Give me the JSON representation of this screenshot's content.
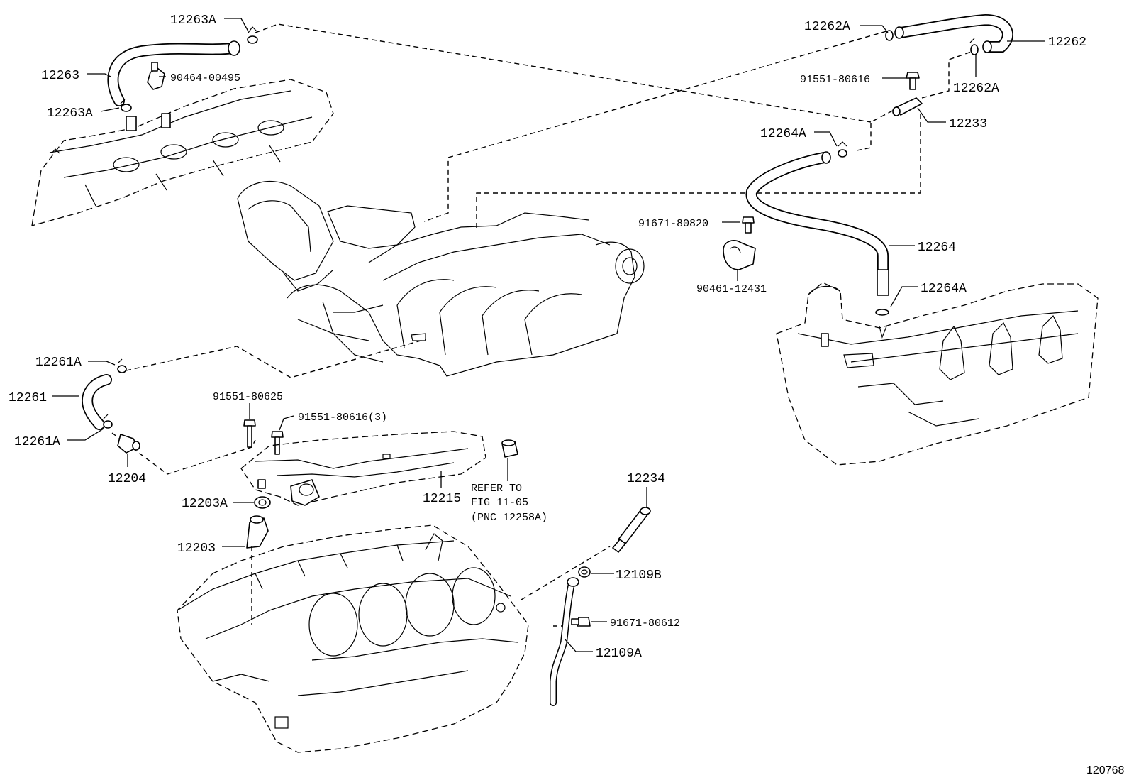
{
  "diagram": {
    "figure_id": "120768",
    "parts": [
      {
        "key": "p12263A_top",
        "label": "12263A"
      },
      {
        "key": "p12263",
        "label": "12263"
      },
      {
        "key": "p90464",
        "label": "90464-00495"
      },
      {
        "key": "p12263A_bot",
        "label": "12263A"
      },
      {
        "key": "p12262A_top",
        "label": "12262A"
      },
      {
        "key": "p12262",
        "label": "12262"
      },
      {
        "key": "p12262A_right",
        "label": "12262A"
      },
      {
        "key": "p91551_80616",
        "label": "91551-80616"
      },
      {
        "key": "p12233",
        "label": "12233"
      },
      {
        "key": "p12264A_top",
        "label": "12264A"
      },
      {
        "key": "p91671_80820",
        "label": "91671-80820"
      },
      {
        "key": "p12264",
        "label": "12264"
      },
      {
        "key": "p90461",
        "label": "90461-12431"
      },
      {
        "key": "p12264A_right",
        "label": "12264A"
      },
      {
        "key": "p12261A_top",
        "label": "12261A"
      },
      {
        "key": "p12261",
        "label": "12261"
      },
      {
        "key": "p12261A_bot",
        "label": "12261A"
      },
      {
        "key": "p12204",
        "label": "12204"
      },
      {
        "key": "p91551_80625",
        "label": "91551-80625"
      },
      {
        "key": "p91551_80616_3",
        "label": "91551-80616(3)"
      },
      {
        "key": "p12215",
        "label": "12215"
      },
      {
        "key": "p12203A",
        "label": "12203A"
      },
      {
        "key": "p12203",
        "label": "12203"
      },
      {
        "key": "p12234",
        "label": "12234"
      },
      {
        "key": "p12109B",
        "label": "12109B"
      },
      {
        "key": "p91671_80612",
        "label": "91671-80612"
      },
      {
        "key": "p12109A",
        "label": "12109A"
      }
    ],
    "note": {
      "line1": "REFER TO",
      "line2": "FIG 11-05",
      "line3": "(PNC 12258A)"
    }
  }
}
